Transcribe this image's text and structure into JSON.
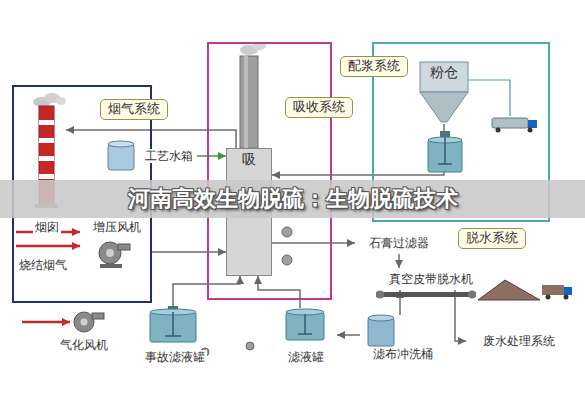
{
  "diagram": {
    "title": "河南高效生物脱硫：生物脱硫技术",
    "nodes": [
      {
        "text": [
          "烟气系统"
        ]
      },
      {
        "text": [
          "烟囱"
        ],
        "in": 0
      },
      {
        "text": [
          "增压风机"
        ],
        "in": 0
      },
      {
        "text": [
          "吸收系统"
        ]
      },
      {
        "text": [
          "吸"
        ],
        "in": 3
      },
      {
        "text": [
          "配浆系统"
        ]
      },
      {
        "text": [
          "粉仓"
        ],
        "in": 5
      },
      {
        "text": [
          "工艺水箱"
        ]
      },
      {
        "text": [
          "石膏过滤器"
        ]
      },
      {
        "text": [
          "真空皮带脱水机"
        ]
      },
      {
        "text": [
          "滤布冲洗桶"
        ]
      },
      {
        "text": [
          "废水处理系统"
        ]
      },
      {
        "text": [
          "气化风机"
        ]
      },
      {
        "text": [
          "事故滤液罐"
        ]
      },
      {
        "text": [
          "滤液罐"
        ]
      }
    ],
    "edges": [
      {
        "from": 2,
        "to": 4,
        "arrow": "to"
      },
      {
        "from": 4,
        "to": 1,
        "arrow": "to"
      },
      {
        "from": 7,
        "to": 4,
        "arrow": "to"
      },
      {
        "from": 6,
        "to": 4,
        "arrow": "to"
      },
      {
        "from": 4,
        "to": 8,
        "arrow": "to"
      },
      {
        "from": 8,
        "to": 9,
        "arrow": "to"
      },
      {
        "from": 9,
        "to": 11,
        "arrow": "to"
      },
      {
        "from": 10,
        "to": 9,
        "arrow": "to"
      },
      {
        "from": 14,
        "to": 4,
        "arrow": "to"
      },
      {
        "from": 13,
        "to": 4,
        "arrow": "to"
      },
      {
        "from": 10,
        "to": 14,
        "arrow": "to"
      }
    ],
    "labels": [
      "烧结烟气",
      "脱水系统"
    ]
  }
}
